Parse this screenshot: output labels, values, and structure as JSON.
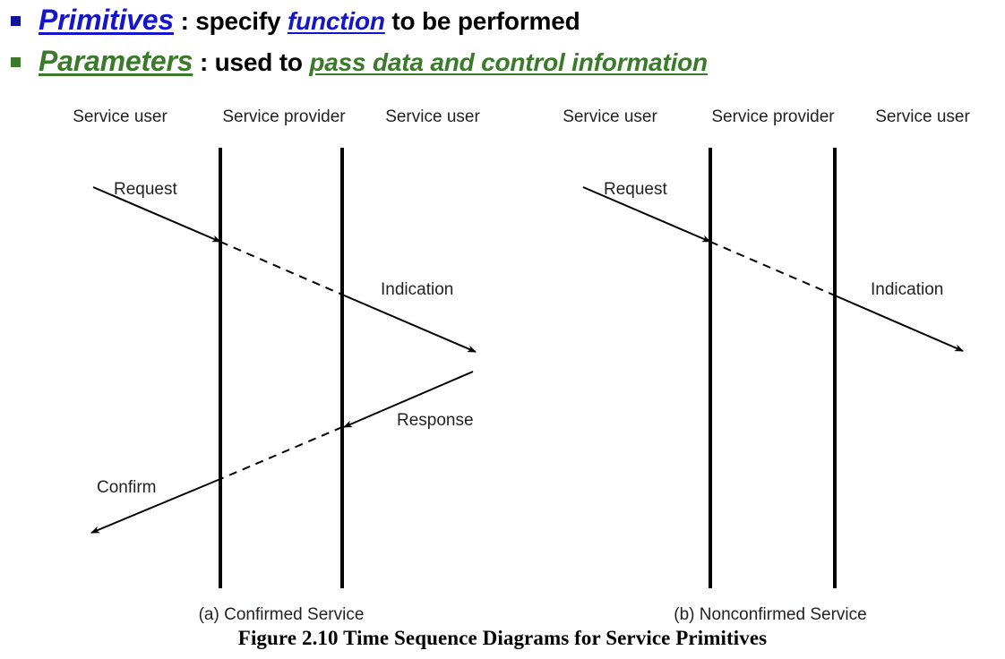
{
  "slide": {
    "bullets": [
      {
        "marker_color": "#14149B",
        "marker_style": "blue",
        "keyword": "Primitives",
        "keyword_color": "#1515CC",
        "separator": " : ",
        "rest_before": "specify ",
        "emphasis": "function",
        "emphasis_color": "#1515CC",
        "rest_after": " to be performed"
      },
      {
        "marker_color": "#3A7A2A",
        "marker_style": "green",
        "keyword": "Parameters",
        "keyword_color": "#3A7A2A",
        "separator": " : ",
        "rest_before": "used to ",
        "emphasis": "pass data and control information",
        "emphasis_color": "#3A7A2A",
        "rest_after": ""
      }
    ]
  },
  "diagrams": [
    {
      "id": "confirmed-service",
      "caption": "(a) Confirmed Service",
      "column_headers": [
        "Service user",
        "Service provider",
        "Service user"
      ],
      "messages": [
        {
          "label": "Request",
          "kind": "solid-arrow",
          "direction": "right-down"
        },
        {
          "label": "",
          "kind": "dashed",
          "direction": "right-down"
        },
        {
          "label": "Indication",
          "kind": "solid-arrow",
          "direction": "right-down"
        },
        {
          "label": "Response",
          "kind": "solid-arrow",
          "direction": "left-down"
        },
        {
          "label": "",
          "kind": "dashed",
          "direction": "left-down"
        },
        {
          "label": "Confirm",
          "kind": "solid-arrow",
          "direction": "left-down"
        }
      ]
    },
    {
      "id": "nonconfirmed-service",
      "caption": "(b) Nonconfirmed Service",
      "column_headers": [
        "Service user",
        "Service provider",
        "Service user"
      ],
      "messages": [
        {
          "label": "Request",
          "kind": "solid-arrow",
          "direction": "right-down"
        },
        {
          "label": "",
          "kind": "dashed",
          "direction": "right-down"
        },
        {
          "label": "Indication",
          "kind": "solid-arrow",
          "direction": "right-down"
        }
      ]
    }
  ],
  "figure": {
    "caption": "Figure 2.10 Time Sequence Diagrams for Service Primitives"
  },
  "labels": {
    "a_headers": [
      "Service user",
      "Service provider",
      "Service user"
    ],
    "b_headers": [
      "Service user",
      "Service provider",
      "Service user"
    ],
    "a_request": "Request",
    "a_indication": "Indication",
    "a_response": "Response",
    "a_confirm": "Confirm",
    "b_request": "Request",
    "b_indication": "Indication",
    "a_caption": "(a) Confirmed Service",
    "b_caption": "(b) Nonconfirmed Service"
  },
  "colors": {
    "bullet_blue": "#14149B",
    "bullet_green": "#3A7A2A",
    "text_blue": "#1515CC",
    "text_green": "#3A7A2A",
    "line_black": "#000000",
    "background": "#FFFFFF"
  }
}
